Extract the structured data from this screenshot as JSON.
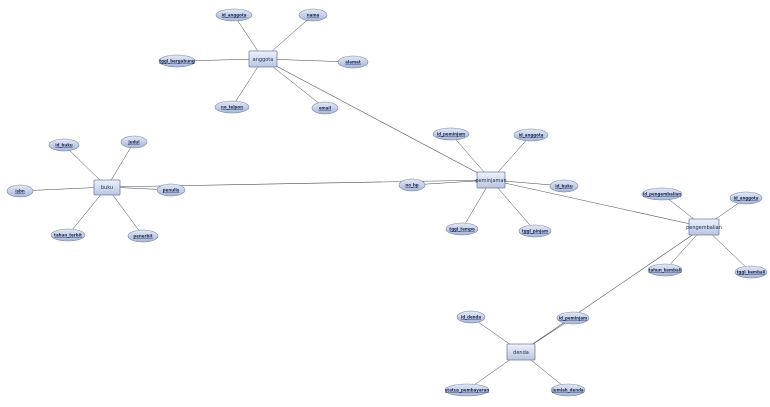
{
  "colors": {
    "entity_fill_top": "#eef2fb",
    "entity_fill_bottom": "#b9c5df",
    "entity_stroke": "#6e7fa6",
    "attr_fill_top": "#e3e9f6",
    "attr_fill_bottom": "#a8b6d6",
    "attr_stroke": "#7484aa",
    "line": "#4a4f5a"
  },
  "entities": [
    {
      "id": "anggota",
      "label": "anggota"
    },
    {
      "id": "buku",
      "label": "buku"
    },
    {
      "id": "peminjaman",
      "label": "peminjaman"
    },
    {
      "id": "pengembalian",
      "label": "pengembalian"
    },
    {
      "id": "denda",
      "label": "denda"
    }
  ],
  "attributes": [
    {
      "entity": "anggota",
      "label": "id_anggota"
    },
    {
      "entity": "anggota",
      "label": "nama"
    },
    {
      "entity": "anggota",
      "label": "tggl_bergabung"
    },
    {
      "entity": "anggota",
      "label": "alamat"
    },
    {
      "entity": "anggota",
      "label": "no_telpon"
    },
    {
      "entity": "anggota",
      "label": "email"
    },
    {
      "entity": "buku",
      "label": "id_buku"
    },
    {
      "entity": "buku",
      "label": "judul"
    },
    {
      "entity": "buku",
      "label": "isbn"
    },
    {
      "entity": "buku",
      "label": "penulis"
    },
    {
      "entity": "buku",
      "label": "tahun_terbit"
    },
    {
      "entity": "buku",
      "label": "penerbit"
    },
    {
      "entity": "peminjaman",
      "label": "id_peminjam"
    },
    {
      "entity": "peminjaman",
      "label": "id_anggota"
    },
    {
      "entity": "peminjaman",
      "label": "no_hp"
    },
    {
      "entity": "peminjaman",
      "label": "id_buku"
    },
    {
      "entity": "peminjaman",
      "label": "tggl_tempo"
    },
    {
      "entity": "peminjaman",
      "label": "tggl_pinjam"
    },
    {
      "entity": "pengembalian",
      "label": "id_pengembalian"
    },
    {
      "entity": "pengembalian",
      "label": "id_anggota"
    },
    {
      "entity": "pengembalian",
      "label": "tahun_kembali"
    },
    {
      "entity": "pengembalian",
      "label": "tggl_kembali"
    },
    {
      "entity": "denda",
      "label": "id_denda"
    },
    {
      "entity": "denda",
      "label": "id_peminjam"
    },
    {
      "entity": "denda",
      "label": "status_pembayaran"
    },
    {
      "entity": "denda",
      "label": "jumlah_denda"
    }
  ],
  "relationships": [
    {
      "from": "anggota",
      "to": "peminjaman"
    },
    {
      "from": "buku",
      "to": "peminjaman"
    },
    {
      "from": "peminjaman",
      "to": "pengembalian"
    },
    {
      "from": "denda",
      "to": "pengembalian"
    }
  ]
}
